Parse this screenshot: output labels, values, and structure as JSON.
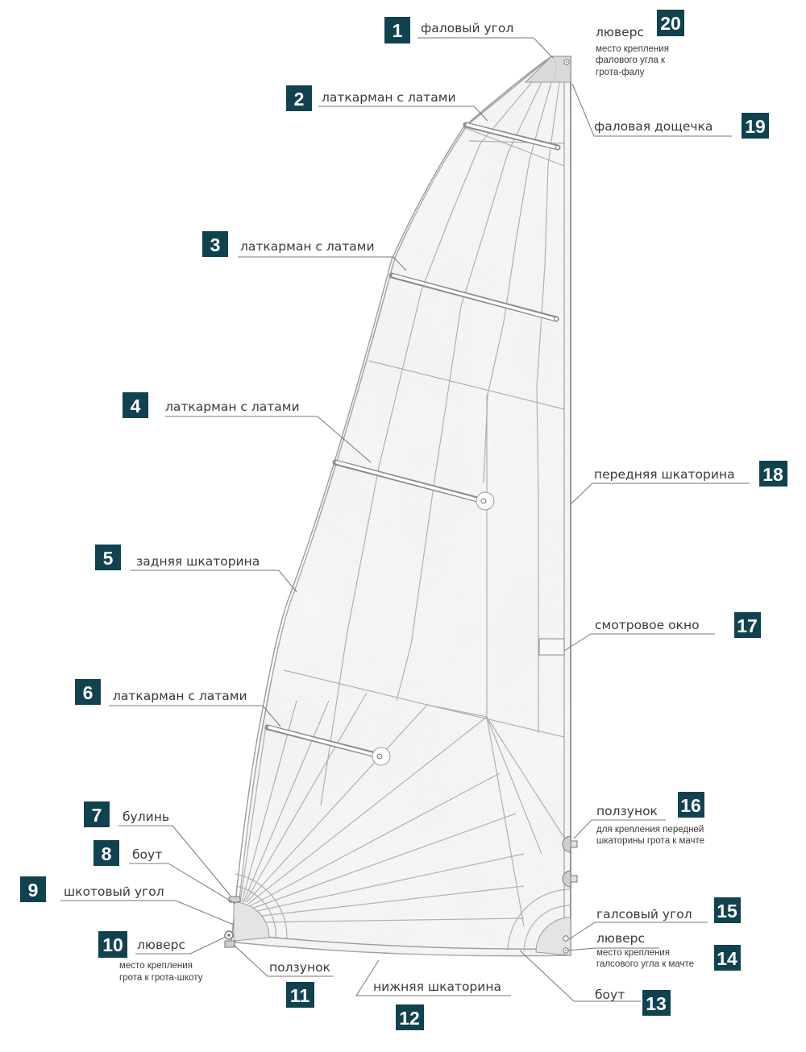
{
  "colors": {
    "badge": "#11424f",
    "badge_text": "#ffffff",
    "label_text": "#3a3a3a",
    "leader_line": "#777777",
    "sail_fill": "#f3f3f3",
    "sail_outline": "#9a9a9a",
    "seams": "#b0b0b0"
  },
  "callouts": {
    "c1": {
      "num": "1",
      "label": "фаловый угол"
    },
    "c2": {
      "num": "2",
      "label": "латкарман с латами"
    },
    "c3": {
      "num": "3",
      "label": "латкарман с латами"
    },
    "c4": {
      "num": "4",
      "label": "латкарман с латами"
    },
    "c5": {
      "num": "5",
      "label": "задняя шкаторина"
    },
    "c6": {
      "num": "6",
      "label": "латкарман с латами"
    },
    "c7": {
      "num": "7",
      "label": "булинь"
    },
    "c8": {
      "num": "8",
      "label": "боут"
    },
    "c9": {
      "num": "9",
      "label": "шкотовый угол"
    },
    "c10": {
      "num": "10",
      "label": "люверс",
      "sub1": "место крепления",
      "sub2": "грота к грота-шкоту"
    },
    "c11": {
      "num": "11",
      "label": "ползунок"
    },
    "c12": {
      "num": "12",
      "label": "нижняя шкаторина"
    },
    "c13": {
      "num": "13",
      "label": "боут"
    },
    "c14": {
      "num": "14",
      "label": "люверс",
      "sub1": "место крепления",
      "sub2": "галсового угла к мачте"
    },
    "c15": {
      "num": "15",
      "label": "галсовый угол"
    },
    "c16": {
      "num": "16",
      "label": "ползунок",
      "sub1": "для крепления передней",
      "sub2": "шкаторины грота к мачте"
    },
    "c17": {
      "num": "17",
      "label": "смотровое окно"
    },
    "c18": {
      "num": "18",
      "label": "передняя шкаторина"
    },
    "c19": {
      "num": "19",
      "label": "фаловая дощечка"
    },
    "c20": {
      "num": "20",
      "label": "люверс",
      "sub1": "место крепления",
      "sub2": "фалового угла к",
      "sub3": "грота-фалу"
    }
  }
}
